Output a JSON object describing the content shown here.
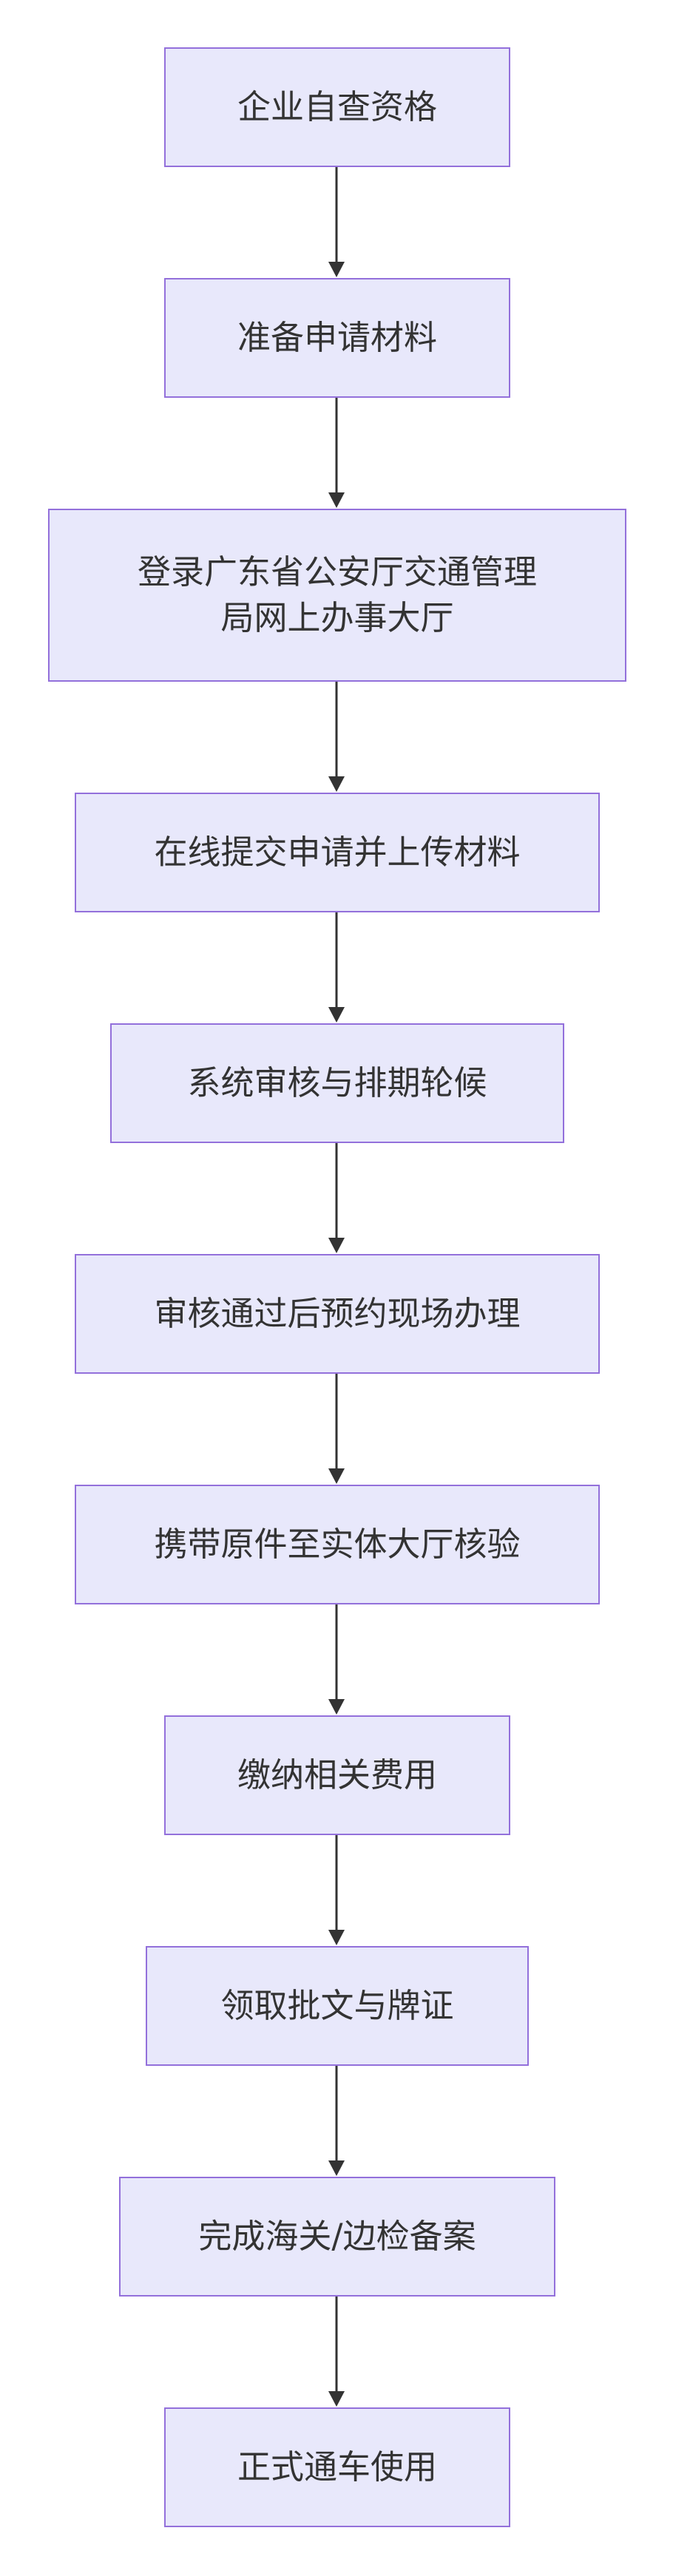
{
  "diagram": {
    "type": "flowchart",
    "direction": "top-to-bottom",
    "colors": {
      "node_fill": "#e8e8fb",
      "node_border": "#9370db",
      "text": "#333333",
      "edge": "#333333"
    },
    "steps": [
      "企业自查资格",
      "准备申请材料",
      "登录广东省公安厅交通管理\n局网上办事大厅",
      "在线提交申请并上传材料",
      "系统审核与排期轮候",
      "审核通过后预约现场办理",
      "携带原件至实体大厅核验",
      "缴纳相关费用",
      "领取批文与牌证",
      "完成海关/边检备案",
      "正式通车使用"
    ]
  }
}
